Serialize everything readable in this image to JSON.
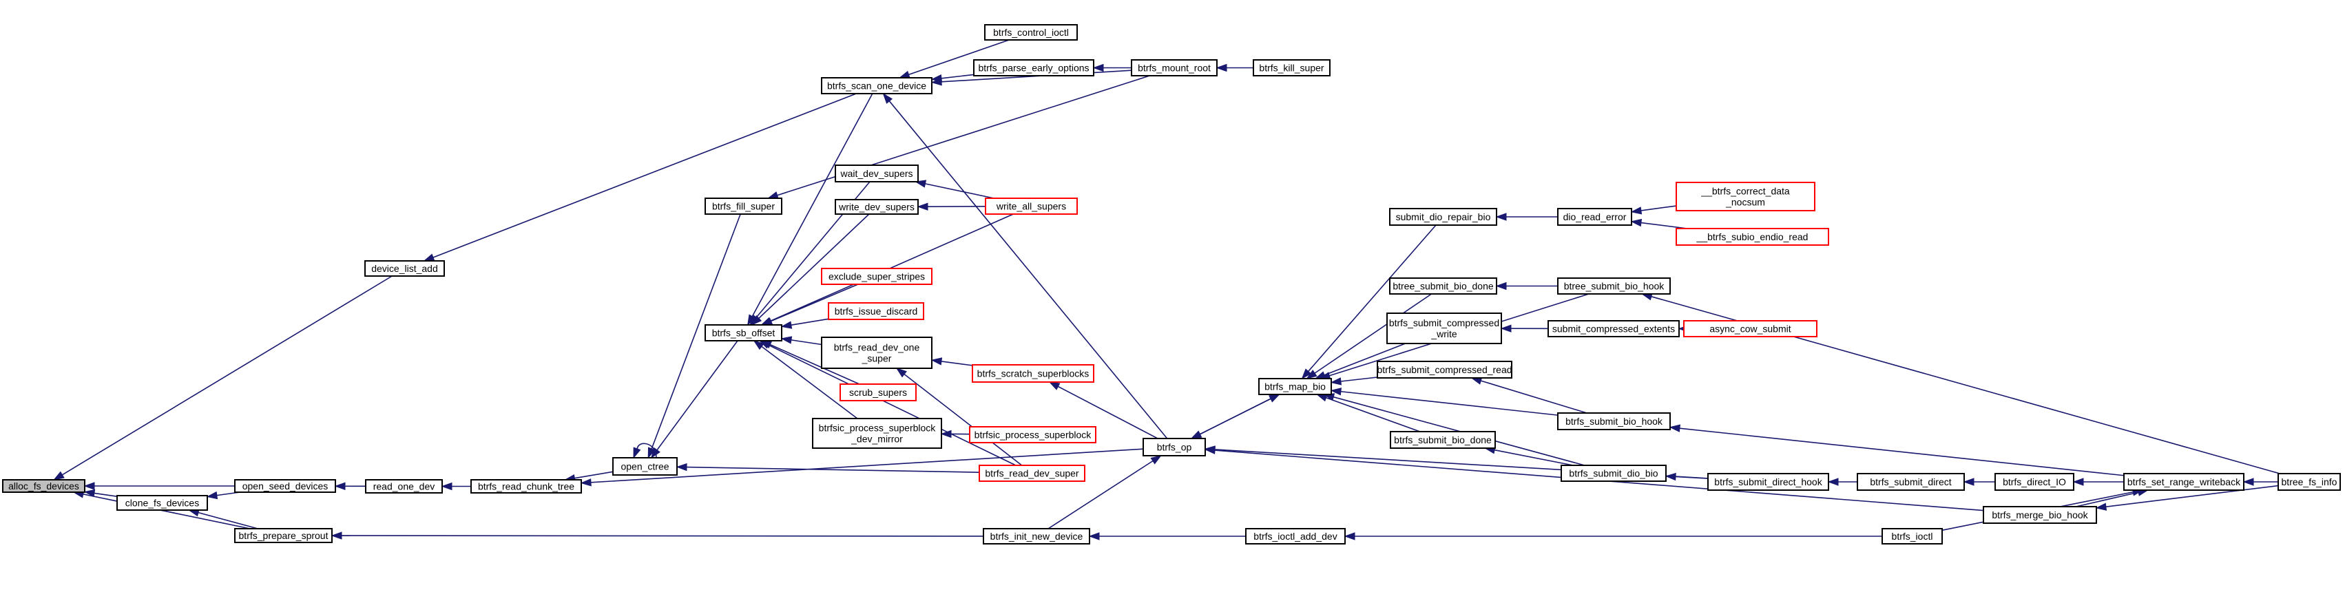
{
  "graph": {
    "nodes": [
      {
        "id": "alloc_fs_devices",
        "lines": [
          "alloc_fs_devices"
        ],
        "style": "root"
      },
      {
        "id": "clone_fs_devices",
        "lines": [
          "clone_fs_devices"
        ],
        "style": "normal"
      },
      {
        "id": "open_seed_devices",
        "lines": [
          "open_seed_devices"
        ],
        "style": "normal"
      },
      {
        "id": "btrfs_prepare_sprout",
        "lines": [
          "btrfs_prepare_sprout"
        ],
        "style": "normal"
      },
      {
        "id": "device_list_add",
        "lines": [
          "device_list_add"
        ],
        "style": "normal"
      },
      {
        "id": "read_one_dev",
        "lines": [
          "read_one_dev"
        ],
        "style": "normal"
      },
      {
        "id": "btrfs_read_chunk_tree",
        "lines": [
          "btrfs_read_chunk_tree"
        ],
        "style": "normal"
      },
      {
        "id": "open_ctree",
        "lines": [
          "open_ctree"
        ],
        "style": "normal"
      },
      {
        "id": "btrfs_fill_super",
        "lines": [
          "btrfs_fill_super"
        ],
        "style": "normal"
      },
      {
        "id": "btrfs_sb_offset",
        "lines": [
          "btrfs_sb_offset"
        ],
        "style": "normal"
      },
      {
        "id": "btrfs_scan_one_device",
        "lines": [
          "btrfs_scan_one_device"
        ],
        "style": "normal"
      },
      {
        "id": "btrfs_control_ioctl",
        "lines": [
          "btrfs_control_ioctl"
        ],
        "style": "normal"
      },
      {
        "id": "btrfs_parse_early_options",
        "lines": [
          "btrfs_parse_early_options"
        ],
        "style": "normal"
      },
      {
        "id": "btrfs_mount_root",
        "lines": [
          "btrfs_mount_root"
        ],
        "style": "normal"
      },
      {
        "id": "btrfs_kill_super",
        "lines": [
          "btrfs_kill_super"
        ],
        "style": "normal"
      },
      {
        "id": "wait_dev_supers",
        "lines": [
          "wait_dev_supers"
        ],
        "style": "normal"
      },
      {
        "id": "write_dev_supers",
        "lines": [
          "write_dev_supers"
        ],
        "style": "normal"
      },
      {
        "id": "write_all_supers",
        "lines": [
          "write_all_supers"
        ],
        "style": "red"
      },
      {
        "id": "exclude_super_stripes",
        "lines": [
          "exclude_super_stripes"
        ],
        "style": "red"
      },
      {
        "id": "btrfs_issue_discard",
        "lines": [
          "btrfs_issue_discard"
        ],
        "style": "red"
      },
      {
        "id": "btrfs_read_dev_one_super",
        "lines": [
          "btrfs_read_dev_one",
          "_super"
        ],
        "style": "normal"
      },
      {
        "id": "btrfs_scratch_superblocks",
        "lines": [
          "btrfs_scratch_superblocks"
        ],
        "style": "red"
      },
      {
        "id": "scrub_supers",
        "lines": [
          "scrub_supers"
        ],
        "style": "red"
      },
      {
        "id": "btrfsic_process_superblock_dev_mirror",
        "lines": [
          "btrfsic_process_superblock",
          "_dev_mirror"
        ],
        "style": "normal"
      },
      {
        "id": "btrfsic_process_superblock",
        "lines": [
          "btrfsic_process_superblock"
        ],
        "style": "red"
      },
      {
        "id": "btrfs_read_dev_super",
        "lines": [
          "btrfs_read_dev_super"
        ],
        "style": "red"
      },
      {
        "id": "btrfs_op",
        "lines": [
          "btrfs_op"
        ],
        "style": "normal"
      },
      {
        "id": "btrfs_init_new_device",
        "lines": [
          "btrfs_init_new_device"
        ],
        "style": "normal"
      },
      {
        "id": "btrfs_map_bio",
        "lines": [
          "btrfs_map_bio"
        ],
        "style": "normal"
      },
      {
        "id": "submit_dio_repair_bio",
        "lines": [
          "submit_dio_repair_bio"
        ],
        "style": "normal"
      },
      {
        "id": "dio_read_error",
        "lines": [
          "dio_read_error"
        ],
        "style": "normal"
      },
      {
        "id": "__btrfs_correct_data_nocsum",
        "lines": [
          "__btrfs_correct_data",
          "_nocsum"
        ],
        "style": "red"
      },
      {
        "id": "__btrfs_subio_endio_read",
        "lines": [
          "__btrfs_subio_endio_read"
        ],
        "style": "red"
      },
      {
        "id": "btree_submit_bio_done",
        "lines": [
          "btree_submit_bio_done"
        ],
        "style": "normal"
      },
      {
        "id": "btree_submit_bio_hook",
        "lines": [
          "btree_submit_bio_hook"
        ],
        "style": "normal"
      },
      {
        "id": "btrfs_submit_compressed_write",
        "lines": [
          "btrfs_submit_compressed",
          "_write"
        ],
        "style": "normal"
      },
      {
        "id": "submit_compressed_extents",
        "lines": [
          "submit_compressed_extents"
        ],
        "style": "normal"
      },
      {
        "id": "async_cow_submit",
        "lines": [
          "async_cow_submit"
        ],
        "style": "red"
      },
      {
        "id": "btrfs_submit_compressed_read",
        "lines": [
          "btrfs_submit_compressed_read"
        ],
        "style": "normal"
      },
      {
        "id": "btrfs_submit_bio_hook",
        "lines": [
          "btrfs_submit_bio_hook"
        ],
        "style": "normal"
      },
      {
        "id": "btrfs_submit_bio_done",
        "lines": [
          "btrfs_submit_bio_done"
        ],
        "style": "normal"
      },
      {
        "id": "btrfs_submit_dio_bio",
        "lines": [
          "btrfs_submit_dio_bio"
        ],
        "style": "normal"
      },
      {
        "id": "btrfs_submit_direct_hook",
        "lines": [
          "btrfs_submit_direct_hook"
        ],
        "style": "normal"
      },
      {
        "id": "btrfs_submit_direct",
        "lines": [
          "btrfs_submit_direct"
        ],
        "style": "normal"
      },
      {
        "id": "btrfs_direct_IO",
        "lines": [
          "btrfs_direct_IO"
        ],
        "style": "normal"
      },
      {
        "id": "btrfs_set_range_writeback",
        "lines": [
          "btrfs_set_range_writeback"
        ],
        "style": "normal"
      },
      {
        "id": "btree_fs_info",
        "lines": [
          "btree_fs_info"
        ],
        "style": "normal"
      },
      {
        "id": "btrfs_merge_bio_hook",
        "lines": [
          "btrfs_merge_bio_hook"
        ],
        "style": "normal"
      },
      {
        "id": "btrfs_ioctl_add_dev",
        "lines": [
          "btrfs_ioctl_add_dev"
        ],
        "style": "normal"
      },
      {
        "id": "btrfs_ioctl",
        "lines": [
          "btrfs_ioctl"
        ],
        "style": "normal"
      }
    ],
    "edges": [
      [
        "clone_fs_devices",
        "alloc_fs_devices"
      ],
      [
        "open_seed_devices",
        "alloc_fs_devices"
      ],
      [
        "btrfs_prepare_sprout",
        "alloc_fs_devices"
      ],
      [
        "device_list_add",
        "alloc_fs_devices"
      ],
      [
        "open_seed_devices",
        "clone_fs_devices"
      ],
      [
        "btrfs_prepare_sprout",
        "clone_fs_devices"
      ],
      [
        "read_one_dev",
        "open_seed_devices"
      ],
      [
        "btrfs_read_chunk_tree",
        "read_one_dev"
      ],
      [
        "open_ctree",
        "btrfs_read_chunk_tree"
      ],
      [
        "btrfs_init_new_device",
        "btrfs_prepare_sprout"
      ],
      [
        "btrfs_scan_one_device",
        "device_list_add"
      ],
      [
        "open_ctree",
        "open_ctree"
      ],
      [
        "btrfs_fill_super",
        "open_ctree"
      ],
      [
        "btrfs_sb_offset",
        "open_ctree"
      ],
      [
        "btrfs_mount_root",
        "btrfs_fill_super"
      ],
      [
        "btrfs_control_ioctl",
        "btrfs_scan_one_device"
      ],
      [
        "btrfs_parse_early_options",
        "btrfs_scan_one_device"
      ],
      [
        "btrfs_mount_root",
        "btrfs_scan_one_device"
      ],
      [
        "btrfs_mount_root",
        "btrfs_parse_early_options"
      ],
      [
        "btrfs_kill_super",
        "btrfs_mount_root"
      ],
      [
        "btrfs_op",
        "btrfs_scan_one_device"
      ],
      [
        "btrfs_scan_one_device",
        "btrfs_sb_offset"
      ],
      [
        "wait_dev_supers",
        "btrfs_sb_offset"
      ],
      [
        "write_dev_supers",
        "btrfs_sb_offset"
      ],
      [
        "write_all_supers",
        "btrfs_sb_offset"
      ],
      [
        "exclude_super_stripes",
        "btrfs_sb_offset"
      ],
      [
        "btrfs_issue_discard",
        "btrfs_sb_offset"
      ],
      [
        "btrfs_read_dev_one_super",
        "btrfs_sb_offset"
      ],
      [
        "scrub_supers",
        "btrfs_sb_offset"
      ],
      [
        "btrfsic_process_superblock_dev_mirror",
        "btrfs_sb_offset"
      ],
      [
        "btrfs_read_dev_super",
        "btrfs_sb_offset"
      ],
      [
        "write_all_supers",
        "wait_dev_supers"
      ],
      [
        "write_all_supers",
        "write_dev_supers"
      ],
      [
        "btrfs_scratch_superblocks",
        "btrfs_read_dev_one_super"
      ],
      [
        "btrfs_read_dev_super",
        "btrfs_read_dev_one_super"
      ],
      [
        "btrfsic_process_superblock",
        "btrfsic_process_superblock_dev_mirror"
      ],
      [
        "btrfs_read_dev_super",
        "open_ctree"
      ],
      [
        "btrfs_op",
        "btrfs_scratch_superblocks"
      ],
      [
        "btrfs_op",
        "btrfs_read_chunk_tree"
      ],
      [
        "btrfs_init_new_device",
        "btrfs_op"
      ],
      [
        "btrfs_ioctl_add_dev",
        "btrfs_init_new_device"
      ],
      [
        "btrfs_ioctl",
        "btrfs_ioctl_add_dev"
      ],
      [
        "btrfs_op",
        "btrfs_map_bio"
      ],
      [
        "btrfs_map_bio",
        "btrfs_op"
      ],
      [
        "btrfs_submit_direct_hook",
        "btrfs_op"
      ],
      [
        "btrfs_merge_bio_hook",
        "btrfs_op"
      ],
      [
        "submit_dio_repair_bio",
        "btrfs_map_bio"
      ],
      [
        "btree_submit_bio_done",
        "btrfs_map_bio"
      ],
      [
        "btree_submit_bio_hook",
        "btrfs_map_bio"
      ],
      [
        "btrfs_submit_compressed_write",
        "btrfs_map_bio"
      ],
      [
        "btrfs_submit_compressed_read",
        "btrfs_map_bio"
      ],
      [
        "btrfs_submit_bio_hook",
        "btrfs_map_bio"
      ],
      [
        "btrfs_submit_bio_done",
        "btrfs_map_bio"
      ],
      [
        "btrfs_submit_dio_bio",
        "btrfs_map_bio"
      ],
      [
        "dio_read_error",
        "submit_dio_repair_bio"
      ],
      [
        "__btrfs_correct_data_nocsum",
        "dio_read_error"
      ],
      [
        "__btrfs_subio_endio_read",
        "dio_read_error"
      ],
      [
        "btree_submit_bio_hook",
        "btree_submit_bio_done"
      ],
      [
        "btree_fs_info",
        "btree_submit_bio_hook"
      ],
      [
        "submit_compressed_extents",
        "btrfs_submit_compressed_write"
      ],
      [
        "async_cow_submit",
        "submit_compressed_extents"
      ],
      [
        "btrfs_submit_bio_hook",
        "btrfs_submit_compressed_read"
      ],
      [
        "btrfs_submit_dio_bio",
        "btrfs_submit_bio_done"
      ],
      [
        "btrfs_set_range_writeback",
        "btrfs_submit_bio_hook"
      ],
      [
        "btrfs_submit_direct_hook",
        "btrfs_submit_dio_bio"
      ],
      [
        "btrfs_submit_direct",
        "btrfs_submit_direct_hook"
      ],
      [
        "btrfs_direct_IO",
        "btrfs_submit_direct"
      ],
      [
        "btrfs_set_range_writeback",
        "btrfs_direct_IO"
      ],
      [
        "btree_fs_info",
        "btrfs_set_range_writeback"
      ],
      [
        "btrfs_merge_bio_hook",
        "btrfs_set_range_writeback"
      ],
      [
        "btree_fs_info",
        "btrfs_merge_bio_hook"
      ],
      [
        "btrfs_ioctl",
        "btrfs_set_range_writeback"
      ]
    ]
  }
}
